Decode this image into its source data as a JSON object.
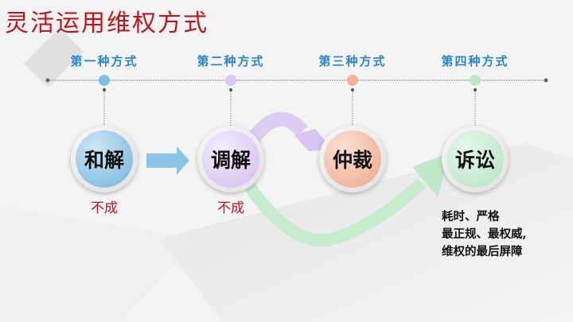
{
  "title": "灵活运用维权方式",
  "steps": [
    {
      "label": "第一种方式",
      "name": "和解",
      "color": "#7fbfe4",
      "result": "不成"
    },
    {
      "label": "第二种方式",
      "name": "调解",
      "color": "#d9c8f0",
      "result": "不成"
    },
    {
      "label": "第三种方式",
      "name": "仲裁",
      "color": "#f2b197"
    },
    {
      "label": "第四种方式",
      "name": "诉讼",
      "color": "#bfe8c8"
    }
  ],
  "note": [
    "耗时、严格",
    "最正规、最权威,",
    "维权的最后屏障"
  ]
}
